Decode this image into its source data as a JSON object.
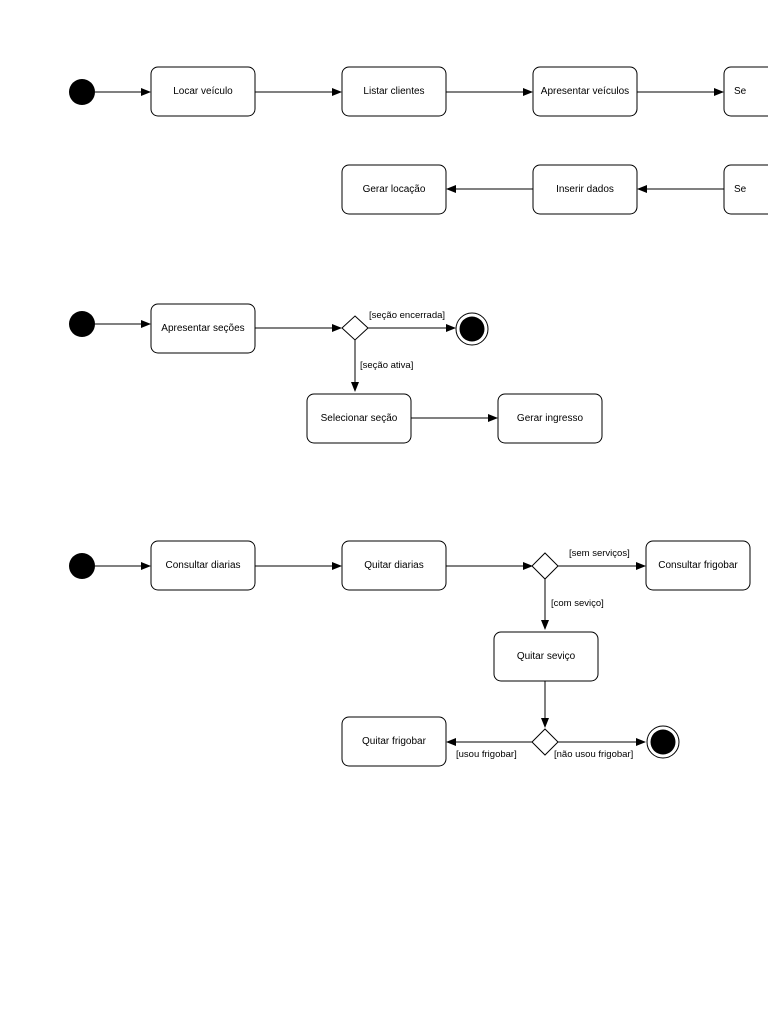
{
  "diagram1": {
    "nodes": {
      "locar": "Locar veículo",
      "listar": "Listar clientes",
      "apresentar": "Apresentar veículos",
      "sel_top": "Se",
      "gerar_locacao": "Gerar locação",
      "inserir": "Inserir dados",
      "sel_bottom": "Se"
    }
  },
  "diagram2": {
    "nodes": {
      "apresentar_secoes": "Apresentar seções",
      "selecionar_secao": "Selecionar seção",
      "gerar_ingresso": "Gerar ingresso"
    },
    "guards": {
      "encerrada": "[seção encerrada]",
      "ativa": "[seção ativa]"
    }
  },
  "diagram3": {
    "nodes": {
      "consultar_diarias": "Consultar diarias",
      "quitar_diarias": "Quitar diarias",
      "consultar_frigobar": "Consultar frigobar",
      "quitar_servico": "Quitar seviço",
      "quitar_frigobar": "Quitar frigobar"
    },
    "guards": {
      "sem_servicos": "[sem serviços]",
      "com_servico": "[com seviço]",
      "usou_frigobar": "[usou frigobar]",
      "nao_usou_frigobar": "[não usou frigobar]"
    }
  }
}
